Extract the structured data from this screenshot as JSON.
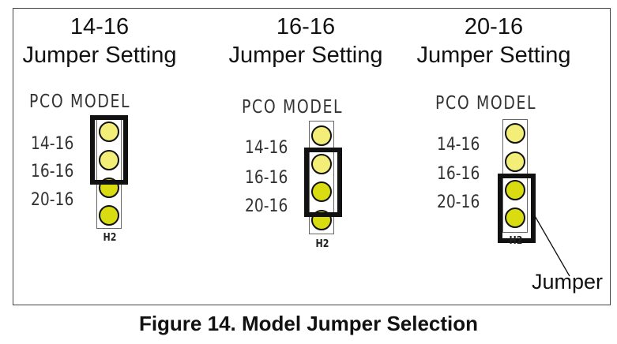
{
  "panels": [
    {
      "title_line1": "14-16",
      "title_line2": "Jumper Setting",
      "model_label": "PCO MODEL",
      "rows": [
        "14-16",
        "16-16",
        "20-16"
      ],
      "header_label": "H2"
    },
    {
      "title_line1": "16-16",
      "title_line2": "Jumper Setting",
      "model_label": "PCO MODEL",
      "rows": [
        "14-16",
        "16-16",
        "20-16"
      ],
      "header_label": "H2"
    },
    {
      "title_line1": "20-16",
      "title_line2": "Jumper Setting",
      "model_label": "PCO MODEL",
      "rows": [
        "14-16",
        "16-16",
        "20-16"
      ],
      "header_label": "H2"
    }
  ],
  "callout": "Jumper",
  "caption": "Figure 14. Model Jumper Selection",
  "colors": {
    "pin_light": "#f3ee77",
    "pin_dark": "#d8dc10",
    "jumper": "#111111",
    "border": "#444444"
  }
}
